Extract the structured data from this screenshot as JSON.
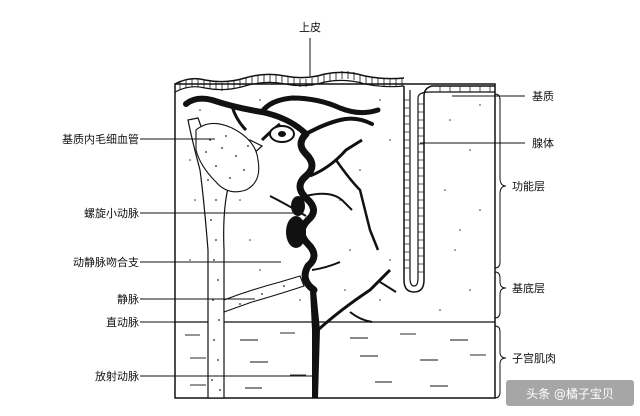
{
  "labels": {
    "epithelium": "上皮",
    "stroma_capillary": "基质内毛细血管",
    "spiral_arteriole": "螺旋小动脉",
    "av_anastomosis": "动静脉吻合支",
    "vein": "静脉",
    "straight_artery": "直动脉",
    "radial_artery": "放射动脉",
    "stroma": "基质",
    "gland": "腺体",
    "functional_layer": "功能层",
    "basal_layer": "基底层",
    "myometrium": "子宫肌肉"
  },
  "watermark": "头条 @橘子宝贝"
}
